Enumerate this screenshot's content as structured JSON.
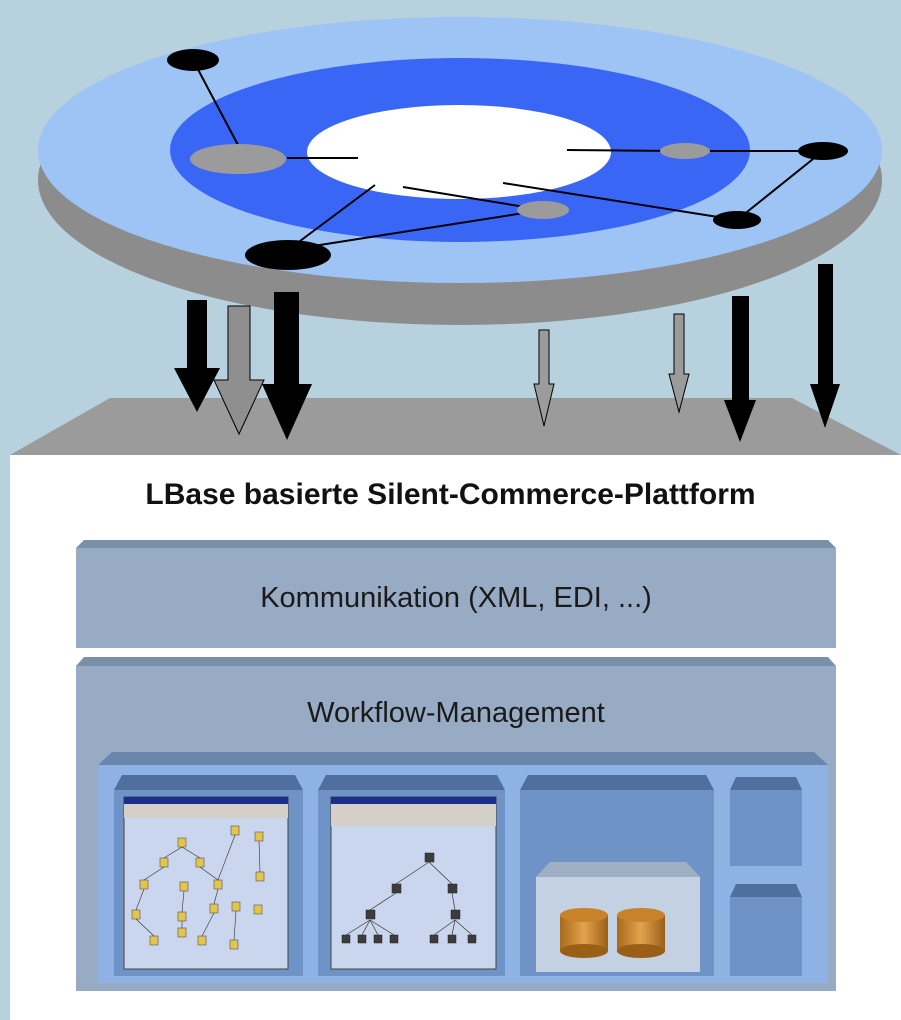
{
  "platform_title": "LBase basierte Silent-Commerce-Plattform",
  "layers": {
    "communication": "Kommunikation (XML, EDI, ...)",
    "workflow": "Workflow-Management"
  },
  "modules": [
    {
      "name": "process-graph-editor-screenshot"
    },
    {
      "name": "hierarchy-editor-screenshot"
    },
    {
      "name": "database-module"
    },
    {
      "name": "small-module"
    }
  ],
  "colors": {
    "background": "#b7d1de",
    "disc_outer": "#9ec3f5",
    "disc_inner": "#3a66f6",
    "platform_gray": "#9b9b9b",
    "layer_fill": "#97acc4",
    "module_fill": "#6f93c6"
  }
}
